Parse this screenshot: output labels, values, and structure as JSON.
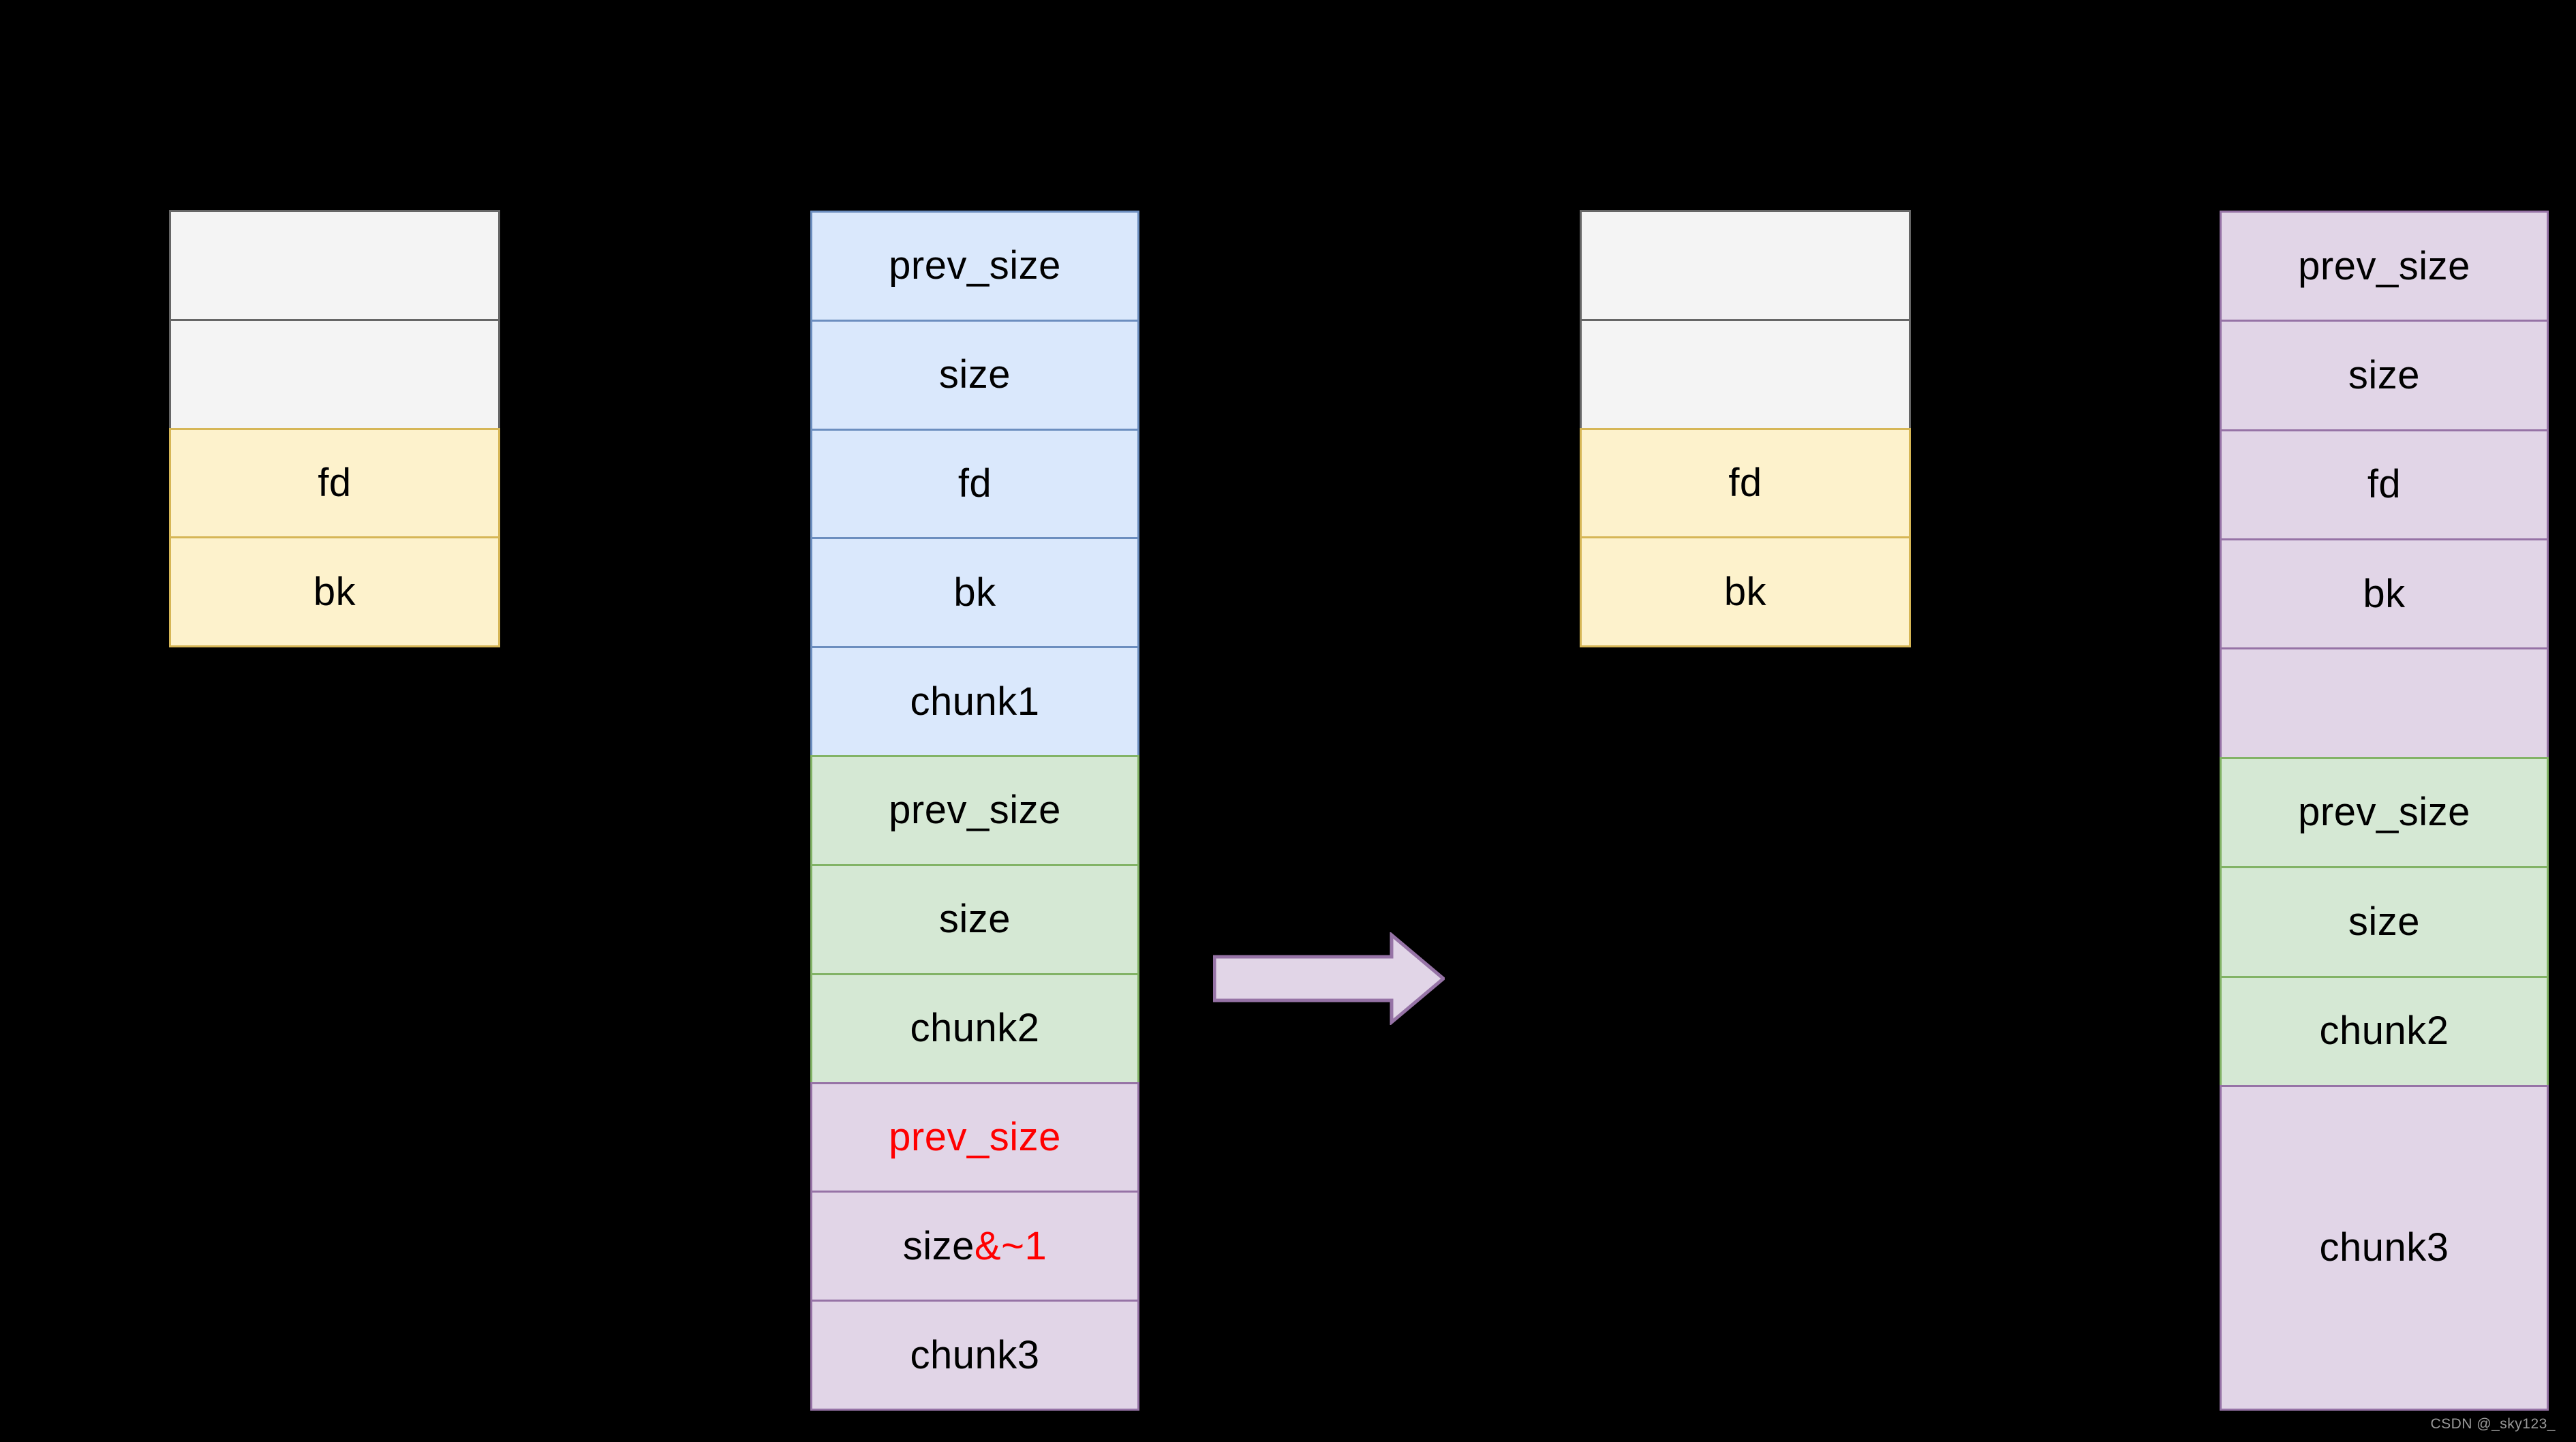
{
  "diagram": {
    "background_color": "#000000",
    "watermark": "CSDN @_sky123_",
    "palette": {
      "grey_fill": "#f4f4f4",
      "grey_stroke": "#666666",
      "yellow_fill": "#fdf2cc",
      "yellow_stroke": "#d6b656",
      "blue_fill": "#dae8fc",
      "blue_stroke": "#6c8ebf",
      "green_fill": "#d5e8d4",
      "green_stroke": "#82b366",
      "purple_fill": "#e1d5e7",
      "purple_stroke": "#9673a6",
      "highlight_text": "#ff0000",
      "text": "#000000"
    },
    "arrow": {
      "direction": "right",
      "fill": "#e1d5e7",
      "stroke": "#9673a6"
    },
    "columns": [
      {
        "id": "unsorted-bin-before",
        "cells": [
          {
            "label": "",
            "style": "grey"
          },
          {
            "label": "",
            "style": "grey"
          },
          {
            "label": "fd",
            "style": "yellow"
          },
          {
            "label": "bk",
            "style": "yellow"
          }
        ]
      },
      {
        "id": "heap-before",
        "cells": [
          {
            "label": "prev_size",
            "style": "blue"
          },
          {
            "label": "size",
            "style": "blue"
          },
          {
            "label": "fd",
            "style": "blue"
          },
          {
            "label": "bk",
            "style": "blue"
          },
          {
            "label": "chunk1",
            "style": "blue"
          },
          {
            "label": "prev_size",
            "style": "green"
          },
          {
            "label": "size",
            "style": "green"
          },
          {
            "label": "chunk2",
            "style": "green"
          },
          {
            "label": "prev_size",
            "style": "purple",
            "label_color": "red"
          },
          {
            "label": "size",
            "style": "purple",
            "suffix": "&~1",
            "suffix_color": "red"
          },
          {
            "label": "chunk3",
            "style": "purple"
          }
        ]
      },
      {
        "id": "unsorted-bin-after",
        "cells": [
          {
            "label": "",
            "style": "grey"
          },
          {
            "label": "",
            "style": "grey"
          },
          {
            "label": "fd",
            "style": "yellow"
          },
          {
            "label": "bk",
            "style": "yellow"
          }
        ]
      },
      {
        "id": "heap-after",
        "cells": [
          {
            "label": "prev_size",
            "style": "purple"
          },
          {
            "label": "size",
            "style": "purple"
          },
          {
            "label": "fd",
            "style": "purple"
          },
          {
            "label": "bk",
            "style": "purple"
          },
          {
            "label": "",
            "style": "purple"
          },
          {
            "label": "prev_size",
            "style": "green"
          },
          {
            "label": "size",
            "style": "green"
          },
          {
            "label": "chunk2",
            "style": "green"
          },
          {
            "label": "chunk3",
            "style": "purple",
            "span": 3
          }
        ]
      }
    ]
  }
}
